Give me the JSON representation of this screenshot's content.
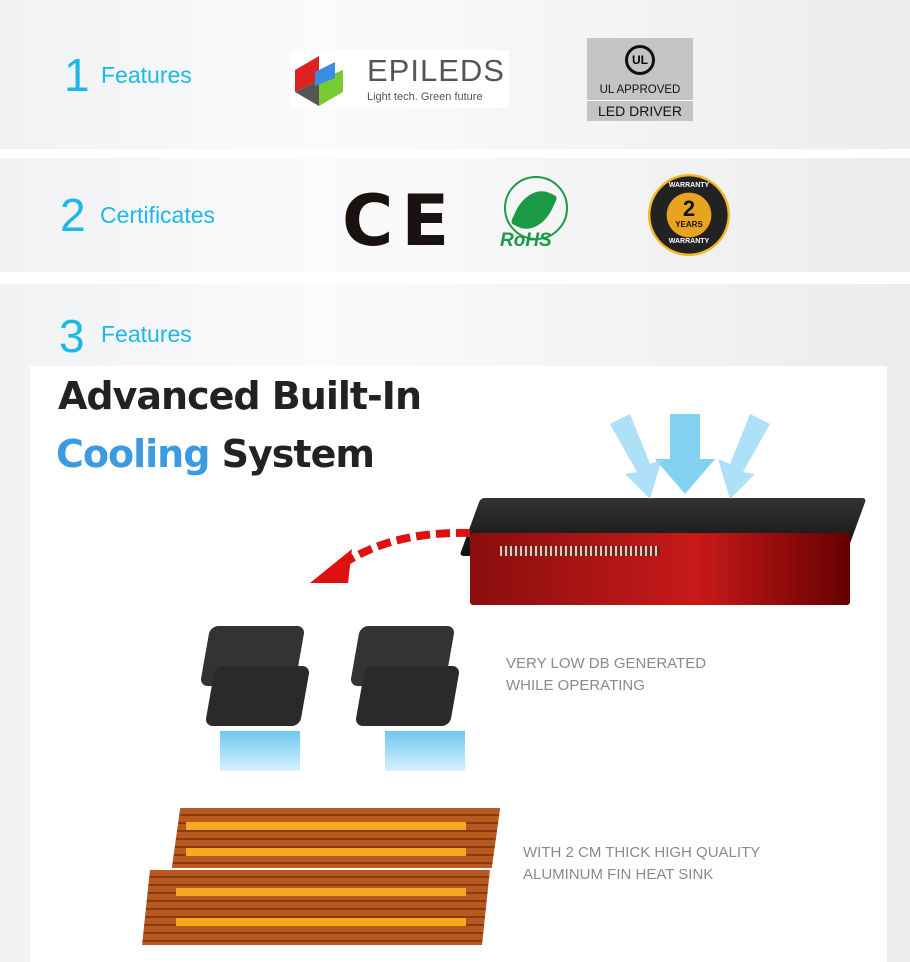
{
  "sections": [
    {
      "number": "1",
      "label": "Features"
    },
    {
      "number": "2",
      "label": "Certificates"
    },
    {
      "number": "3",
      "label": "Features"
    }
  ],
  "logos": {
    "epileds_name": "EPILEDS",
    "epileds_tagline": "Light tech.  Green future",
    "ul_mark": "UL",
    "ul_approved": "UL APPROVED",
    "ul_driver": "LED DRIVER",
    "ce": "CE",
    "rohs": "RoHS",
    "warranty_top": "WARRANTY",
    "warranty_num": "2",
    "warranty_years": "YEARS",
    "warranty_bottom": "WARRANTY"
  },
  "cooling": {
    "title_line1": "Advanced Built-In",
    "title_highlight": "Cooling",
    "title_rest": "System",
    "caption_fans": [
      "VERY LOW DB GENERATED",
      "WHILE OPERATING"
    ],
    "caption_heatsink": [
      "WITH 2 CM THICK HIGH QUALITY",
      "ALUMINUM FIN HEAT SINK"
    ]
  },
  "colors": {
    "accent": "#1cb8ea",
    "highlight": "#3a9be0",
    "heading": "#222222"
  }
}
